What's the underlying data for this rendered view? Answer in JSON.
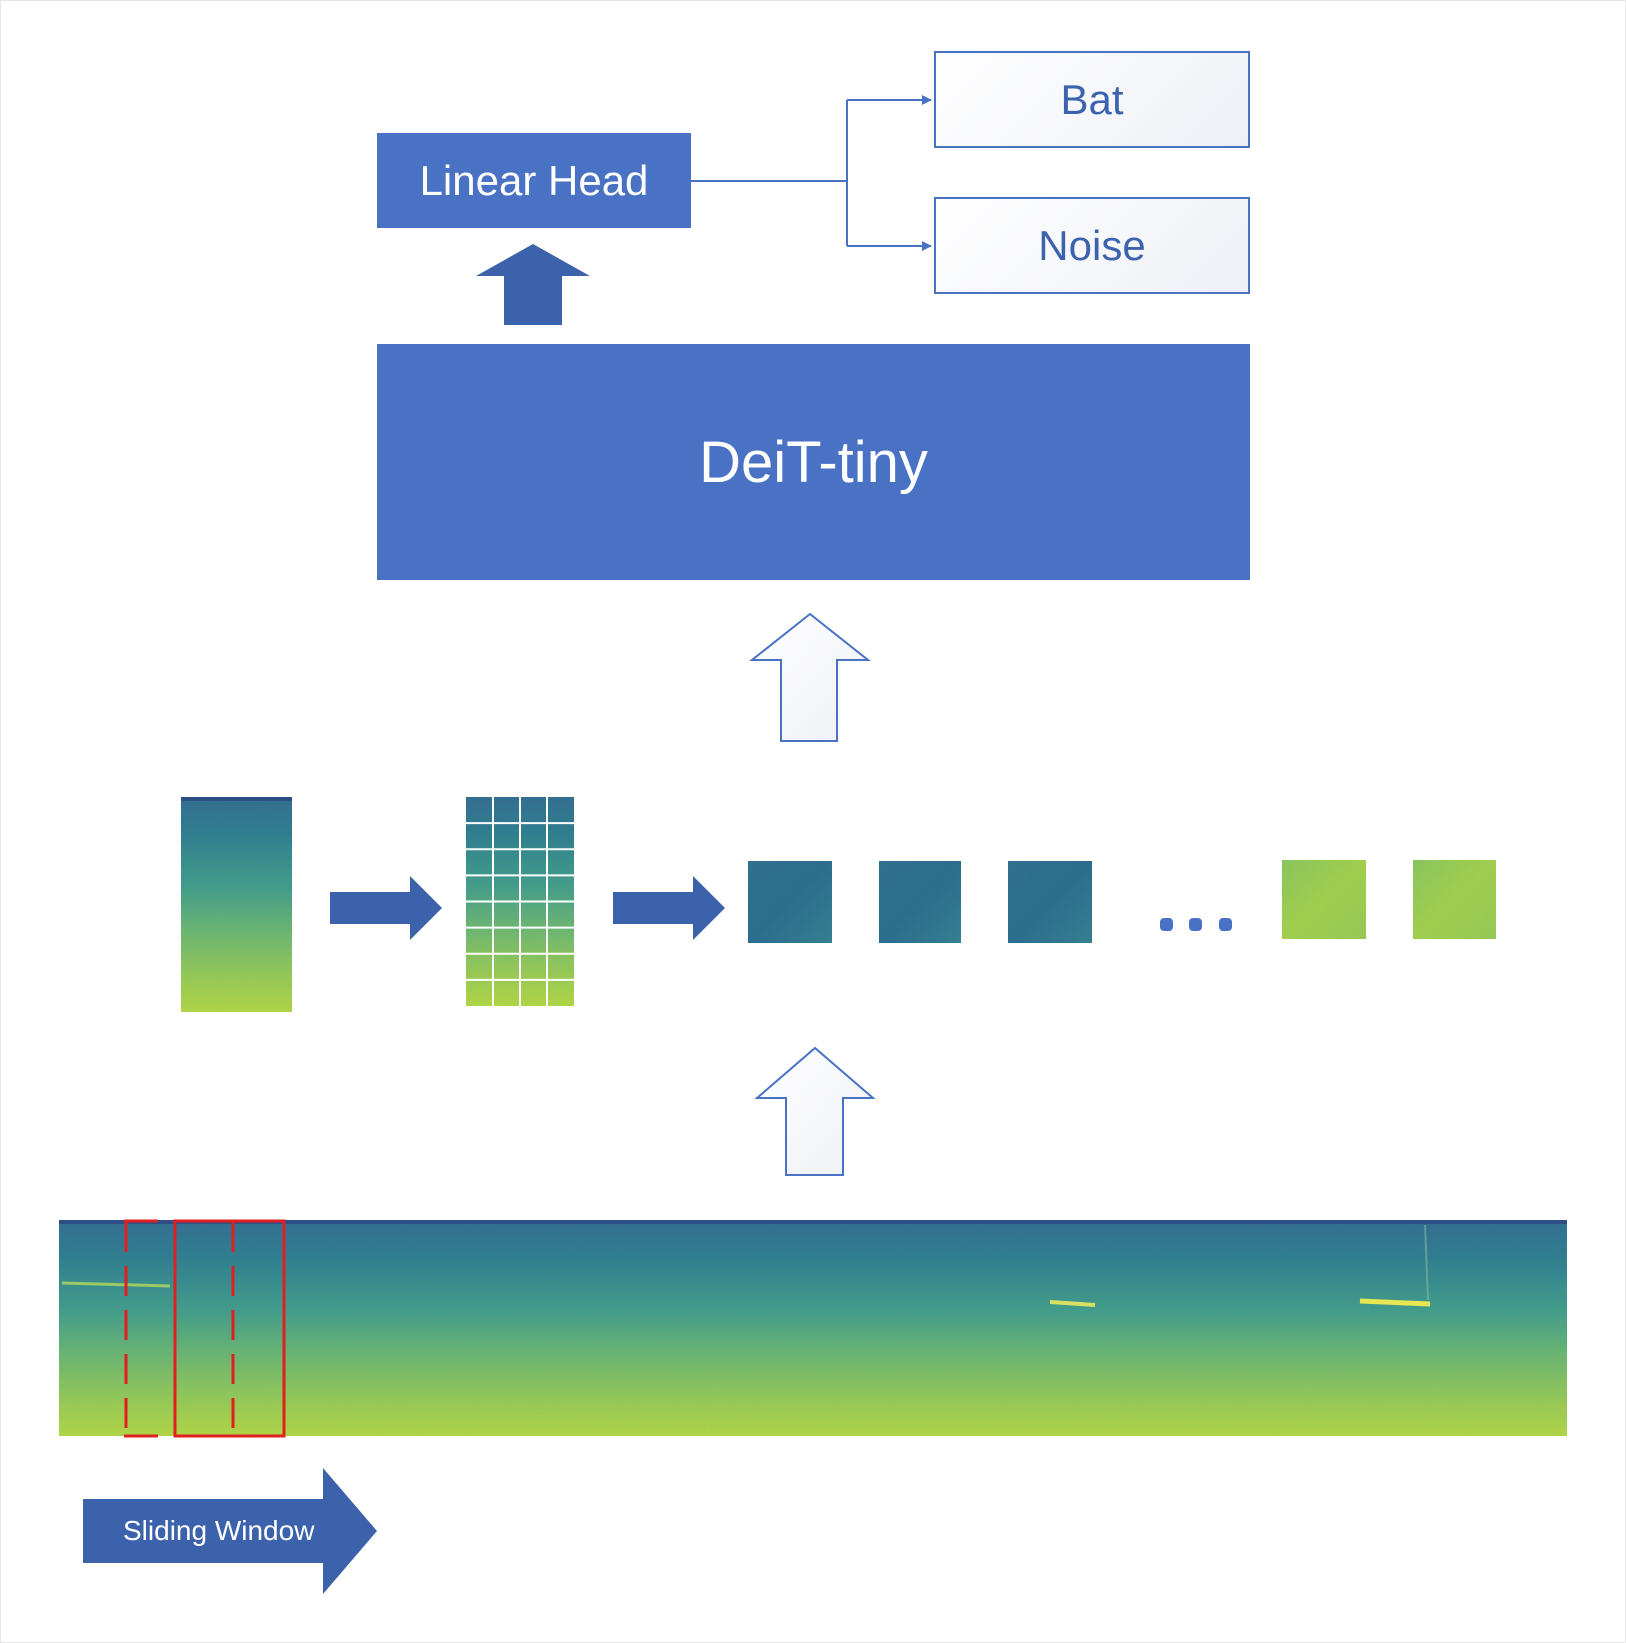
{
  "labels": {
    "linear_head": "Linear Head",
    "deit": "DeiT-tiny",
    "output_bat": "Bat",
    "output_noise": "Noise",
    "sliding_window": "Sliding Window"
  },
  "colors": {
    "primary_blue": "#4a72c4",
    "dark_blue": "#3d62ac",
    "window_red": "#e02020",
    "spectrogram_low": "#3a5e9a",
    "spectrogram_mid": "#2a8c8a",
    "spectrogram_high": "#a8d83c"
  },
  "patch_grid": {
    "rows": 8,
    "cols": 4
  },
  "patch_tokens": [
    "dark",
    "dark",
    "dark",
    "ellipsis",
    "light",
    "light"
  ]
}
